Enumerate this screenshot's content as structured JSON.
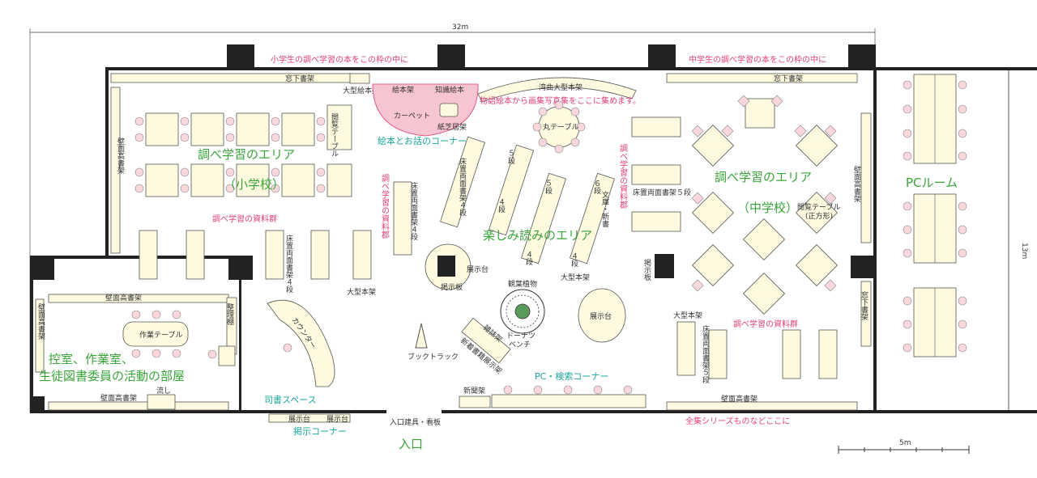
{
  "dimensions": {
    "width_label": "32m",
    "height_label": "13m",
    "scale_label": "5m"
  },
  "notes": {
    "elem_research_frame": "小学生の調べ学習の本をこの枠の中に",
    "middle_research_frame": "中学生の調べ学習の本をこの枠の中に",
    "picture_books_note": "物語絵本から画集写真集をここに集めます。",
    "complete_series_note": "全集シリーズものなどここに"
  },
  "zones": {
    "elem_research": "調べ学習のエリア",
    "elem_research_sub": "（小学校）",
    "middle_research": "調べ学習のエリア",
    "middle_research_sub": "（中学校）",
    "reading": "楽しみ読みのエリア",
    "pc_room": "PCルーム",
    "prep_room_line1": "控室、作業室、",
    "prep_room_line2": "生徒図書委員の活動の部屋",
    "entrance": "入口"
  },
  "teal_labels": {
    "story_corner": "絵本とお話のコーナー",
    "pc_corner": "PC・検索コーナー",
    "librarian_space": "司書スペース",
    "notice_corner": "掲示コーナー"
  },
  "pink_labels": {
    "elem_materials": "調べ学習の資料群",
    "middle_materials": "調べ学習の資料群",
    "research_materials_v1": "調べ学習の資料郡",
    "research_materials_v2": "調べ学習の資料郡"
  },
  "furniture": {
    "window_shelf": "窓下書架",
    "window_shelf2": "窓下書架",
    "large_picture_shelf": "大型絵本架",
    "picture_book_shelf": "絵本架",
    "knowledge_picture_shelf": "知識絵本",
    "curved_shelf": "湾曲大型本架",
    "carpet": "カーペット",
    "kamishibai_shelf": "紙芝居架",
    "round_table": "丸テーブル",
    "reading_table": "閲覧テーブル",
    "reading_table_square": "閲覧テーブル",
    "reading_table_square2": "(正方形)",
    "wall_high_shelf_left": "壁面高書架",
    "wall_high_shelf_right": "壁面高書架",
    "double_shelf_4": "床置両面書架４段",
    "double_shelf_4b": "床置両面書架４段",
    "double_shelf_4c": "床置両面書架４段",
    "double_shelf_5": "床置両面書架５段",
    "double_shelf_5b": "床置両面書架５段",
    "five_dan": "５段",
    "five_dan2": "５段",
    "four_dan": "４段",
    "four_dan2": "４段",
    "four_dan3": "４段",
    "six_dan": "６段",
    "bunko_shinsho": "文庫・新書",
    "large_shelf": "大型本架",
    "large_shelf2": "大型本架",
    "large_shelf3": "大型本架",
    "display_stand": "展示台",
    "display_stand2": "展示台",
    "display_stand3": "展示台",
    "display_stand4": "展示台",
    "notice_board": "掲示板",
    "notice_board2": "掲示板",
    "plant": "観葉植物",
    "donut_bench1": "ドーナツ",
    "donut_bench2": "ベンチ",
    "book_truck": "ブックトラック",
    "magazine_shelf": "雑誌架",
    "new_books_shelf": "新着書籍展示架",
    "newspaper_shelf": "新聞架",
    "counter": "カウンター",
    "organize_shelf": "整理棚",
    "work_table": "作業テーブル",
    "sink": "流し",
    "wall_high_shelf_bottom": "壁面高書架",
    "wall_high_shelf_bottom2": "壁面高書架",
    "wall_high_shelf_bottom3": "壁面高書架",
    "wall_high_shelf_prep_left": "壁面高書架",
    "entrance_fixture": "入口建具・看板",
    "window_shelf_right": "窓下書架"
  }
}
